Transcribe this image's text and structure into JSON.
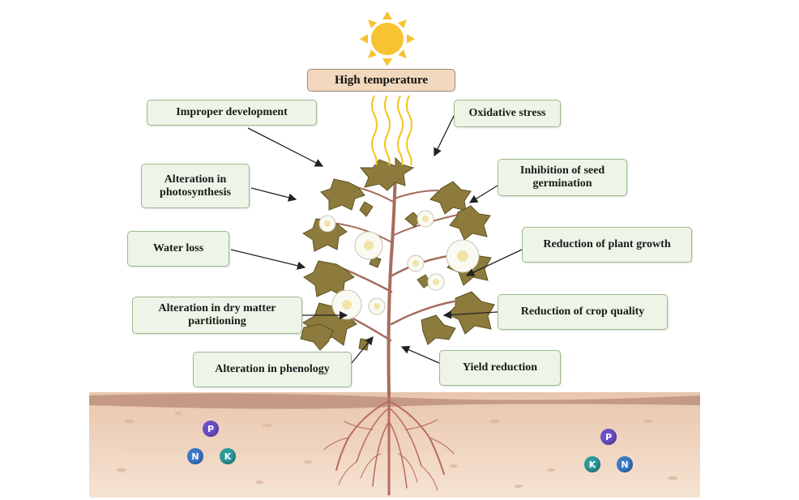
{
  "title": "High temperature",
  "labels": {
    "improper_development": "Improper development",
    "oxidative_stress": "Oxidative stress",
    "alteration_photosynthesis": "Alteration in photosynthesis",
    "inhibition_seed_germination": "Inhibition of seed germination",
    "water_loss": "Water loss",
    "reduction_plant_growth": "Reduction of plant growth",
    "alteration_dry_matter": "Alteration in dry matter partitioning",
    "reduction_crop_quality": "Reduction of crop quality",
    "alteration_phenology": "Alteration in phenology",
    "yield_reduction": "Yield reduction"
  },
  "nutrients": {
    "p": "P",
    "n": "N",
    "k": "K"
  },
  "colors": {
    "sun": "#f7c331",
    "heat_waves": "#f3c418",
    "leaf": "#8a7a3a",
    "stem": "#b07a6a",
    "soil_top": "#c9a08a",
    "soil_mid": "#e9c8b0",
    "soil_bottom": "#f4dfcc",
    "nutrient_p": "#6b4fc8",
    "nutrient_n": "#3a78c8",
    "nutrient_k": "#2a9a9a"
  }
}
